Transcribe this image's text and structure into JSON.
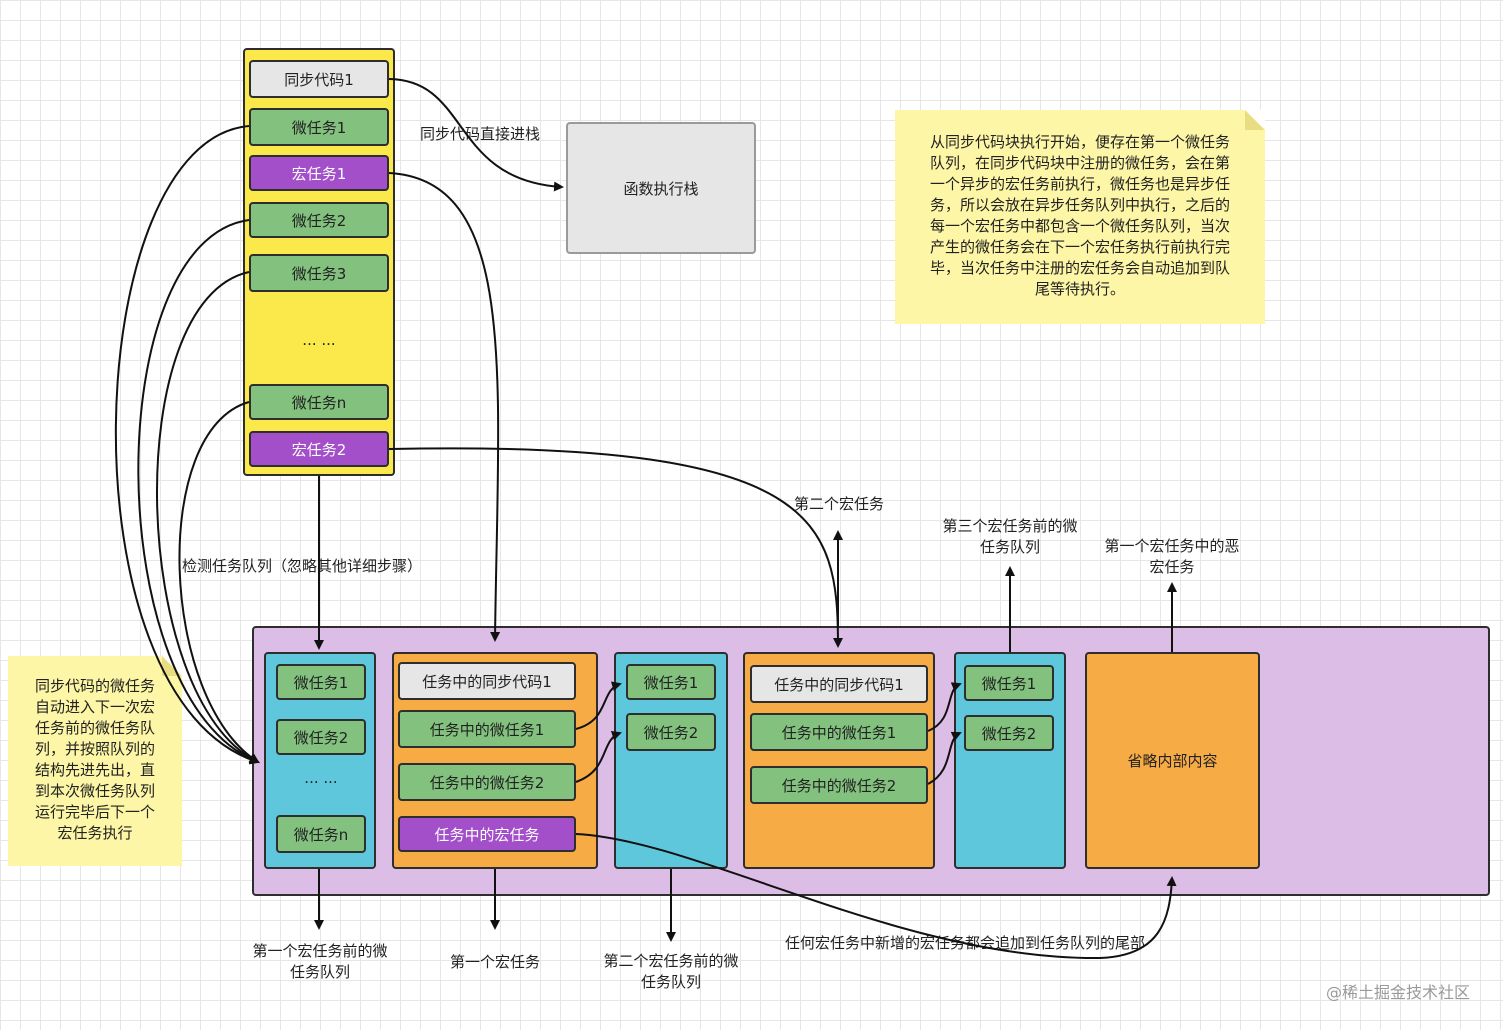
{
  "sync_column": {
    "items": [
      {
        "label": "同步代码1",
        "type": "gray"
      },
      {
        "label": "微任务1",
        "type": "green"
      },
      {
        "label": "宏任务1",
        "type": "purple"
      },
      {
        "label": "微任务2",
        "type": "green"
      },
      {
        "label": "微任务3",
        "type": "green"
      },
      {
        "label": "... ...",
        "type": "plain"
      },
      {
        "label": "微任务n",
        "type": "green"
      },
      {
        "label": "宏任务2",
        "type": "purple"
      }
    ]
  },
  "stack": {
    "label": "函数执行栈",
    "arrow_label": "同步代码直接进栈"
  },
  "check_label": "检测任务队列（忽略其他详细步骤）",
  "note_top": "从同步代码块执行开始，便存在第一个微任务\n队列，在同步代码块中注册的微任务，会在第\n一个异步的宏任务前执行，微任务也是异步任\n务，所以会放在异步任务队列中执行，之后的\n每一个宏任务中都包含一个微任务队列，当次\n产生的微任务会在下一个宏任务执行前执行完\n毕，当次任务中注册的宏任务会自动追加到队\n尾等待执行。",
  "note_left": "同步代码的微任务\n自动进入下一次宏\n任务前的微任务队\n列，并按照队列的\n结构先进先出，直\n到本次微任务队列\n运行完毕后下一个\n宏任务执行",
  "queue": {
    "micro1": [
      "微任务1",
      "微任务2",
      "... ...",
      "微任务n"
    ],
    "macro1": [
      "任务中的同步代码1",
      "任务中的微任务1",
      "任务中的微任务2",
      "任务中的宏任务"
    ],
    "micro2": [
      "微任务1",
      "微任务2"
    ],
    "macro2": [
      "任务中的同步代码1",
      "任务中的微任务1",
      "任务中的微任务2"
    ],
    "micro3": [
      "微任务1",
      "微任务2"
    ],
    "omitted": "省略内部内容"
  },
  "labels": {
    "second_macro": "第二个宏任务",
    "third_micro": "第三个宏任务前的微\n任务队列",
    "evil_macro": "第一个宏任务中的恶\n宏任务",
    "first_micro": "第一个宏任务前的微\n任务队列",
    "first_macro": "第一个宏任务",
    "second_micro": "第二个宏任务前的微\n任务队列",
    "append_note": "任何宏任务中新增的宏任务都会追加到任务队列的尾部"
  },
  "watermark": "@稀土掘金技术社区",
  "colors": {
    "yellow": "#fbe84a",
    "gray": "#e6e6e6",
    "green": "#82c17e",
    "purple": "#a24fc9",
    "lavender": "#dcbde6",
    "cyan": "#5fc7dc",
    "orange": "#f7ab45",
    "note": "#fdf6a6"
  }
}
